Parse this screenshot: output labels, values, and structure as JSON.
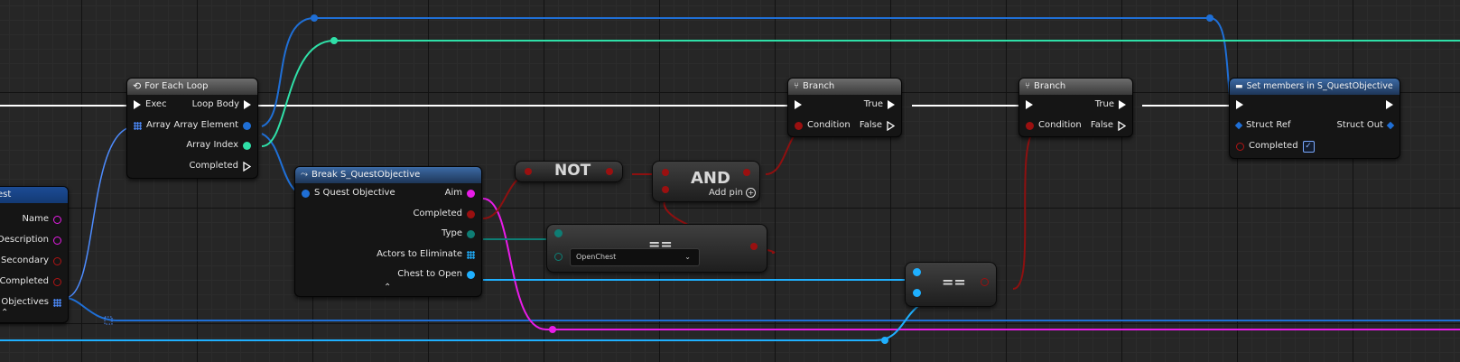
{
  "nodes": {
    "quest_struct": {
      "title": "est",
      "pins": [
        "Name",
        "Description",
        "Secondary",
        "Completed",
        "Objectives"
      ]
    },
    "for_each": {
      "title": "For Each Loop",
      "pins": {
        "exec": "Exec",
        "array": "Array",
        "loop_body": "Loop Body",
        "array_element": "Array Element",
        "array_index": "Array Index",
        "completed": "Completed"
      }
    },
    "break_struct": {
      "title": "Break S_QuestObjective",
      "input": "S Quest Objective",
      "pins": [
        "Aim",
        "Completed",
        "Type",
        "Actors to Eliminate",
        "Chest to Open"
      ]
    },
    "not_node": {
      "label": "NOT"
    },
    "and_node": {
      "label": "AND",
      "add_pin": "Add pin"
    },
    "enum_eq": {
      "label": "==",
      "option": "OpenChest"
    },
    "obj_eq": {
      "label": "=="
    },
    "branch1": {
      "title": "Branch",
      "true": "True",
      "false": "False",
      "condition": "Condition"
    },
    "branch2": {
      "title": "Branch",
      "true": "True",
      "false": "False",
      "condition": "Condition"
    },
    "set_members": {
      "title": "Set members in S_QuestObjective",
      "struct_ref": "Struct Ref",
      "struct_out": "Struct Out",
      "completed": "Completed",
      "completed_checked": true
    }
  },
  "colors": {
    "exec": "#ffffff",
    "struct": "#1f6fd6",
    "bool": "#8e1010",
    "string": "#e81ce8",
    "int": "#2fe0a8",
    "enum": "#0e7d74",
    "object": "#1fb0ff",
    "array": "#4d8cff"
  }
}
